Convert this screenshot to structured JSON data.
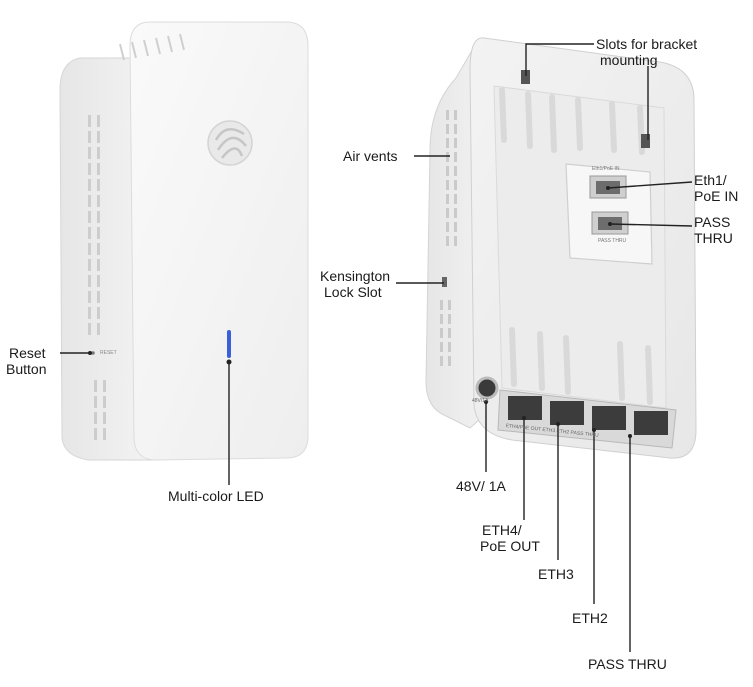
{
  "labels": {
    "slots_bracket": [
      "Slots for bracket",
      "mounting"
    ],
    "air_vents": "Air vents",
    "eth1": [
      "Eth1/",
      "PoE IN"
    ],
    "pass_thru_top": [
      "PASS",
      "THRU"
    ],
    "kensington": [
      "Kensington",
      "Lock Slot"
    ],
    "reset": [
      "Reset",
      "Button"
    ],
    "multicolor_led": "Multi-color LED",
    "power": "48V/ 1A",
    "eth4": [
      "ETH4/",
      "PoE OUT"
    ],
    "eth3": "ETH3",
    "eth2": "ETH2",
    "pass_thru_bottom": "PASS THRU"
  },
  "device_marks": {
    "reset_mark": "RESET",
    "port_label_top": "Eth1/PoE IN",
    "port_label_bottom": "PASS THRU",
    "bottom_ports": "ETH4/PoE OUT   ETH3   ETH2   PASS THRU",
    "power_mark": "48V/1A"
  },
  "colors": {
    "led": "#3a5fd8",
    "shell": "#f2f2f2",
    "leader": "#222222"
  }
}
